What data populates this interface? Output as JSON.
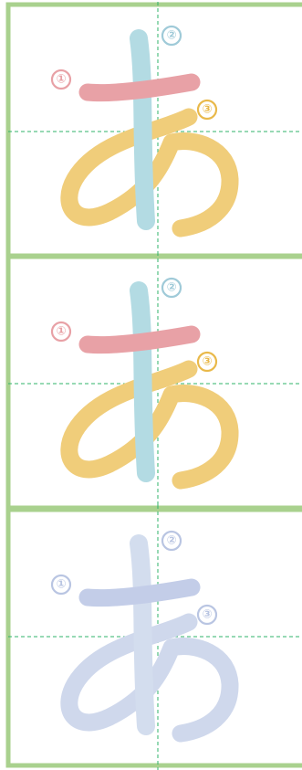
{
  "character": "あ",
  "colors": {
    "frame": "#a9d18e",
    "guide": "#2fb36a",
    "stroke1": "#e8a1a6",
    "stroke2": "#b3dbe3",
    "stroke3": "#f0cd7a",
    "ghost_stroke1": "#c3cde8",
    "ghost_stroke2": "#d3ddee",
    "ghost_stroke3": "#cfd8ec"
  },
  "panels": [
    {
      "variant": "color",
      "labels": [
        "①",
        "②",
        "③"
      ]
    },
    {
      "variant": "color",
      "labels": [
        "①",
        "②",
        "③"
      ]
    },
    {
      "variant": "ghost",
      "labels": [
        "①",
        "②",
        "③"
      ]
    }
  ]
}
